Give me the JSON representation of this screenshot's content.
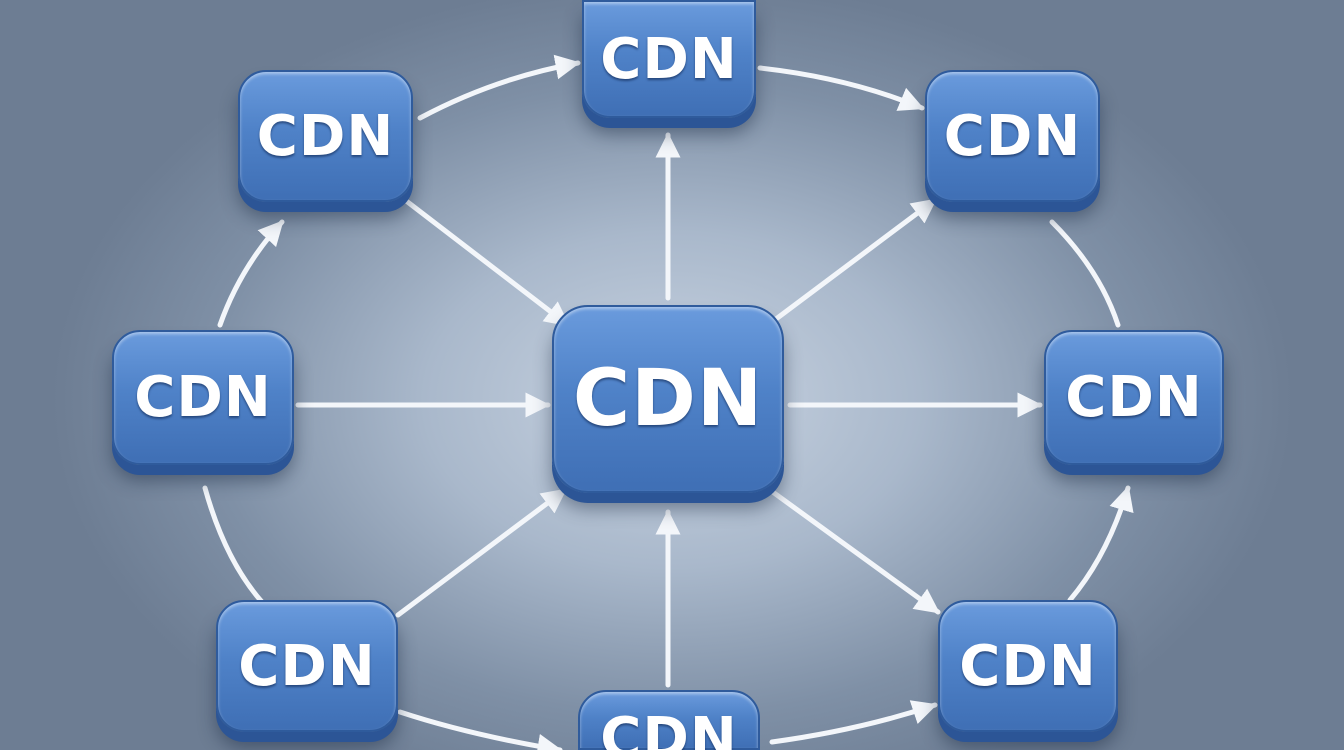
{
  "nodes": {
    "center": "CDN",
    "top": "CDN",
    "top_left": "CDN",
    "top_right": "CDN",
    "left": "CDN",
    "right": "CDN",
    "bottom_left": "CDN",
    "bottom_right": "CDN",
    "bottom": "CDN"
  },
  "colors": {
    "node_fill": "#4f82c8",
    "node_edge": "#2c5596",
    "arrow": "#f3f6fa",
    "background": "#8d9db2"
  }
}
